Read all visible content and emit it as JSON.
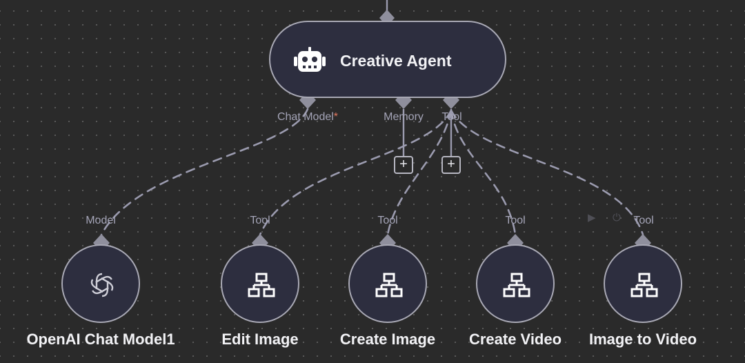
{
  "agent": {
    "title": "Creative Agent",
    "icon": "robot-icon"
  },
  "agent_ports": {
    "chat_model": {
      "label": "Chat Model",
      "required_mark": "*"
    },
    "memory": {
      "label": "Memory"
    },
    "tool": {
      "label": "Tool"
    }
  },
  "add_buttons": {
    "memory": "+",
    "tool": "+"
  },
  "sub_nodes": [
    {
      "port_label": "Model",
      "caption": "OpenAI Chat Model1",
      "icon": "openai-icon"
    },
    {
      "port_label": "Tool",
      "caption": "Edit Image",
      "icon": "workflow-icon"
    },
    {
      "port_label": "Tool",
      "caption": "Create Image",
      "icon": "workflow-icon"
    },
    {
      "port_label": "Tool",
      "caption": "Create Video",
      "icon": "workflow-icon"
    },
    {
      "port_label": "Tool",
      "caption": "Image to Video",
      "icon": "workflow-icon"
    }
  ],
  "hover_toolbar": {
    "play": "▶",
    "power": "⏻",
    "more": "···"
  },
  "colors": {
    "canvas": "#2a2a2a",
    "node_fill": "#2d2e3f",
    "node_border": "#a9a9b5",
    "connector": "#9b9baf",
    "required": "#e0775f"
  }
}
